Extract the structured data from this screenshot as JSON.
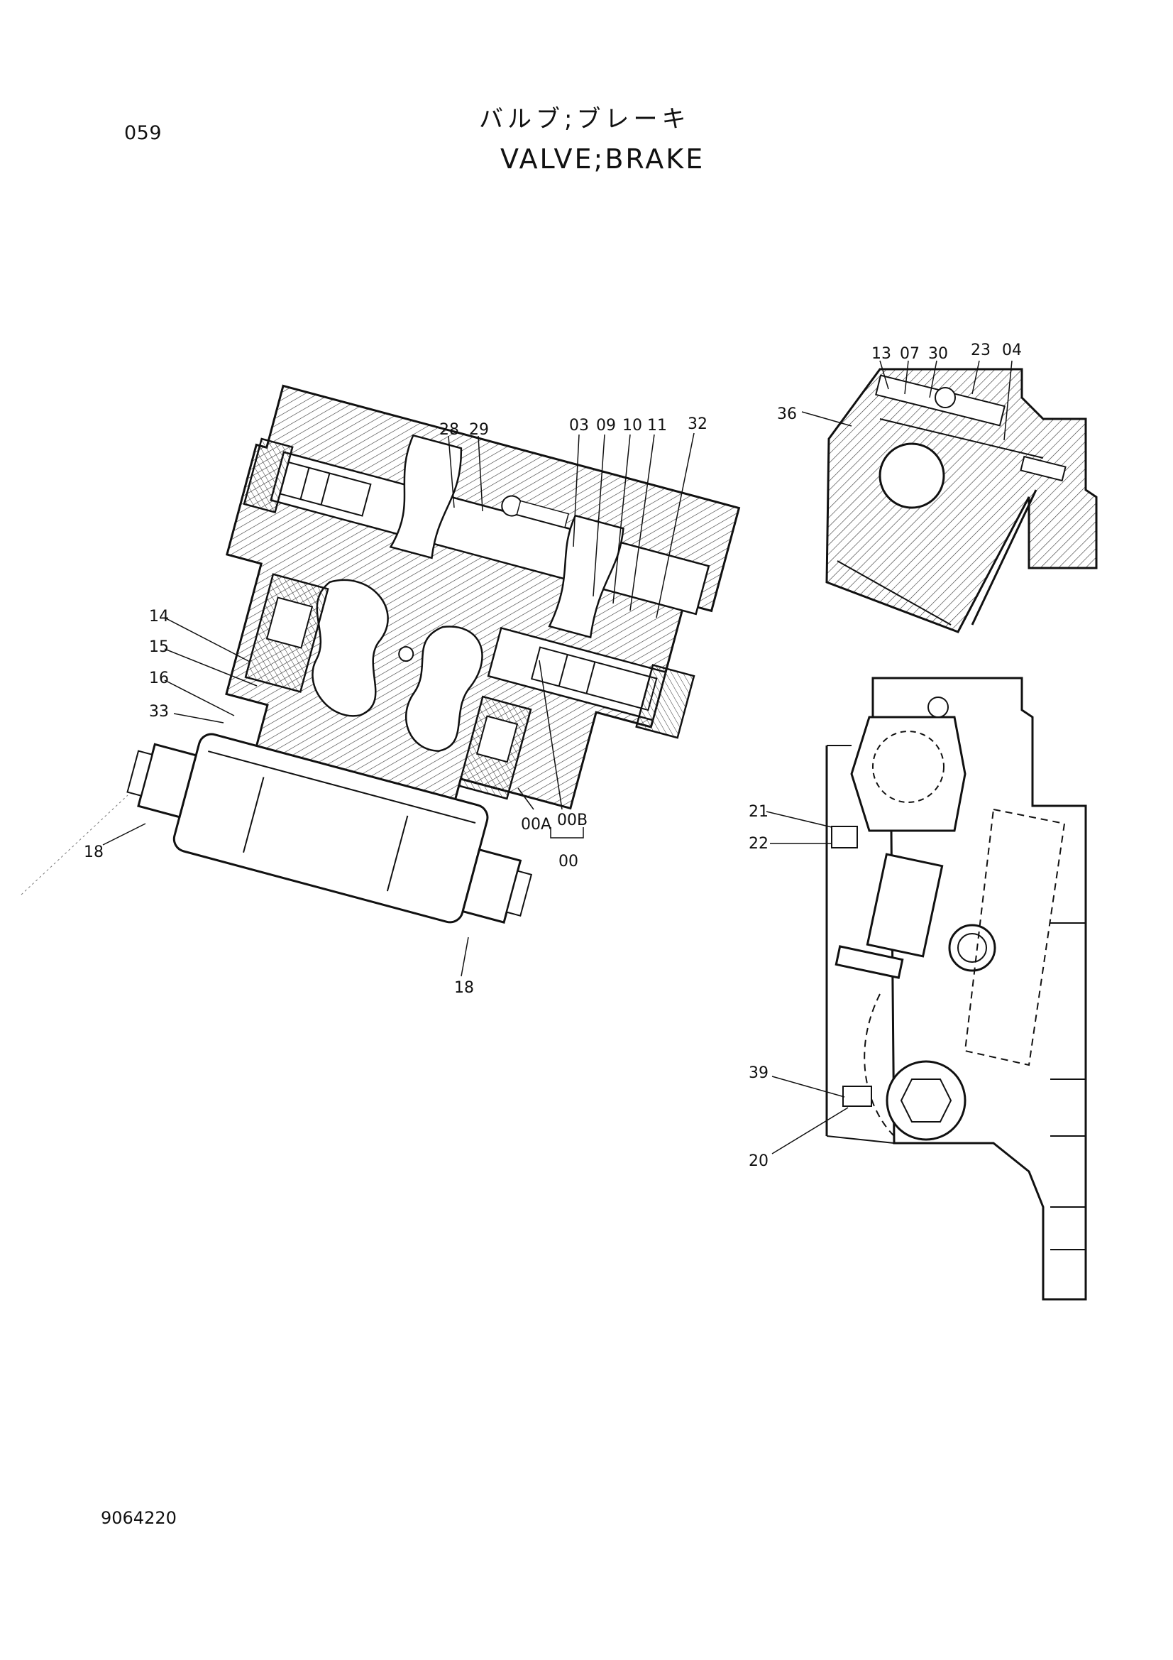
{
  "header": {
    "page_number": "059",
    "title_jp": "バルブ;ブレーキ",
    "title_en": "VALVE;BRAKE"
  },
  "footer": {
    "document_number": "9064220"
  },
  "callouts": {
    "main_view": [
      "28",
      "29",
      "03",
      "09",
      "10",
      "11",
      "32",
      "14",
      "15",
      "16",
      "33",
      "18",
      "18",
      "00A",
      "00B",
      "00"
    ],
    "section_view": [
      "13",
      "07",
      "30",
      "23",
      "04",
      "36"
    ],
    "side_view": [
      "21",
      "22",
      "39",
      "20"
    ]
  }
}
